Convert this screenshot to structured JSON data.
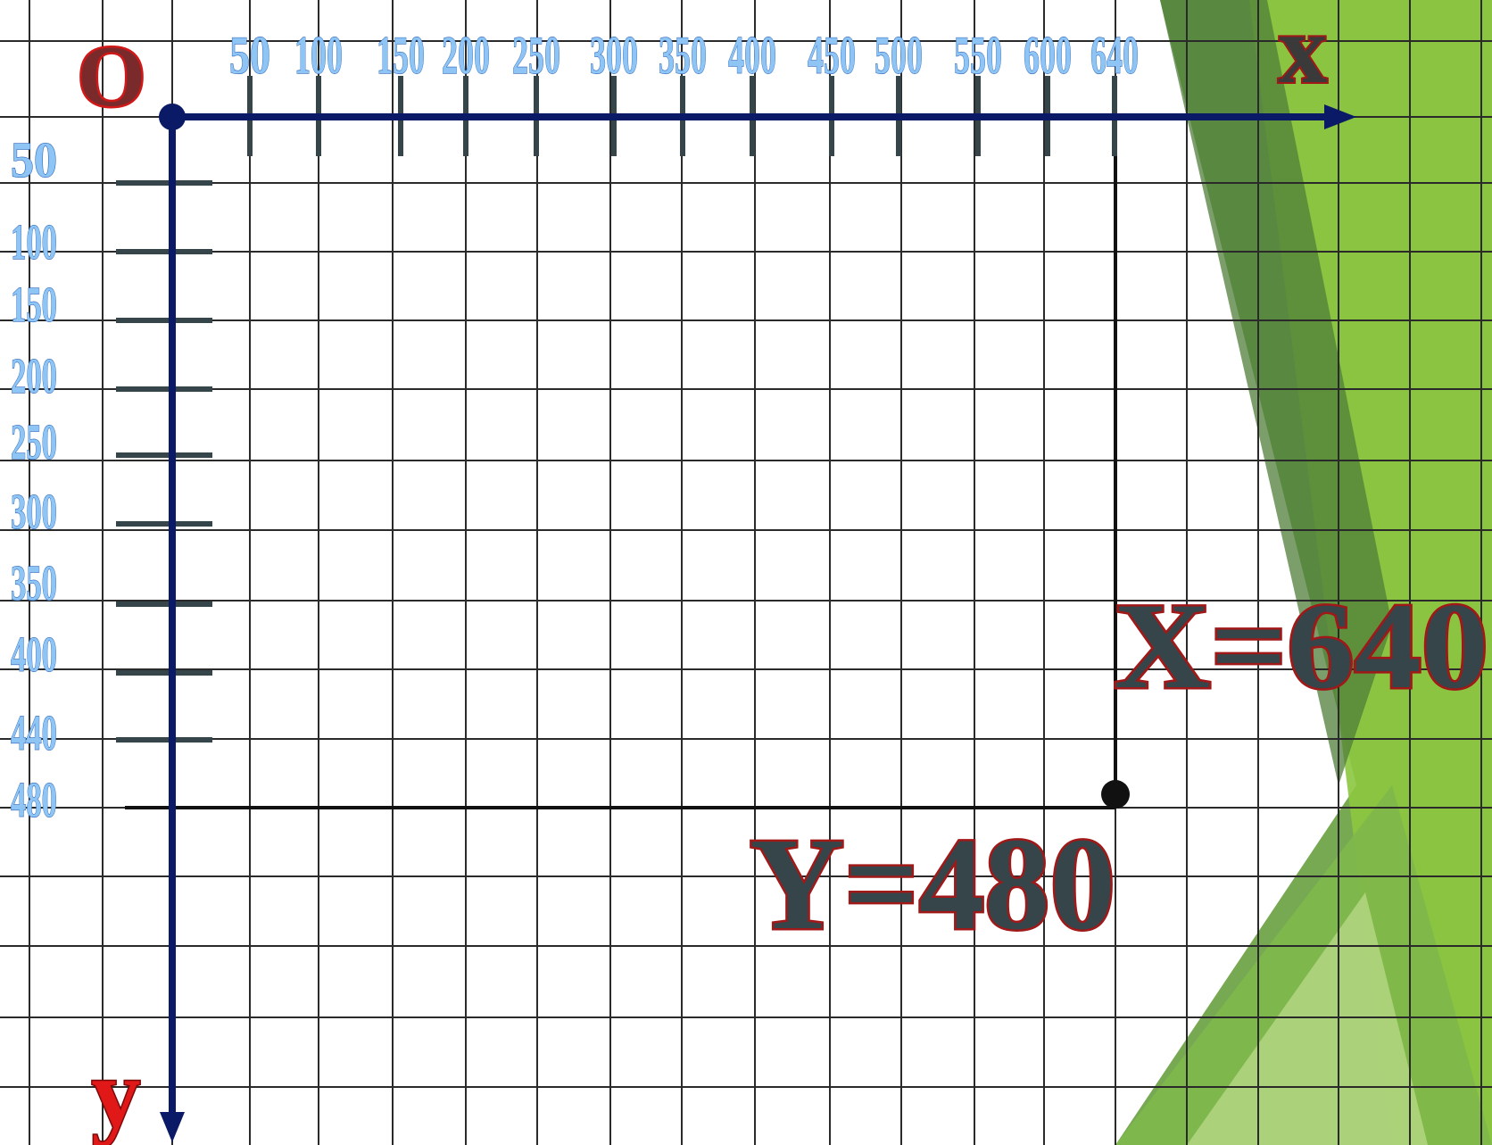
{
  "axes": {
    "origin_label": "O",
    "x_axis_label": "x",
    "y_axis_label": "y"
  },
  "x_ticks": [
    "50",
    "100",
    "150",
    "200",
    "250",
    "300",
    "350",
    "400",
    "450",
    "500",
    "550",
    "600",
    "640"
  ],
  "y_ticks": [
    "50",
    "100",
    "150",
    "200",
    "250",
    "300",
    "350",
    "400",
    "440",
    "480"
  ],
  "annotations": {
    "x_value": "X=640",
    "y_value": "Y=480"
  },
  "colors": {
    "axis": "#0b1a66",
    "grid": "#2a2a2a",
    "label_red": "#d01818",
    "label_dark": "#36454a",
    "tick_label_fill": "#8ec5f5",
    "green_dark": "#4f8a2a",
    "green_light": "#8cc63f"
  }
}
